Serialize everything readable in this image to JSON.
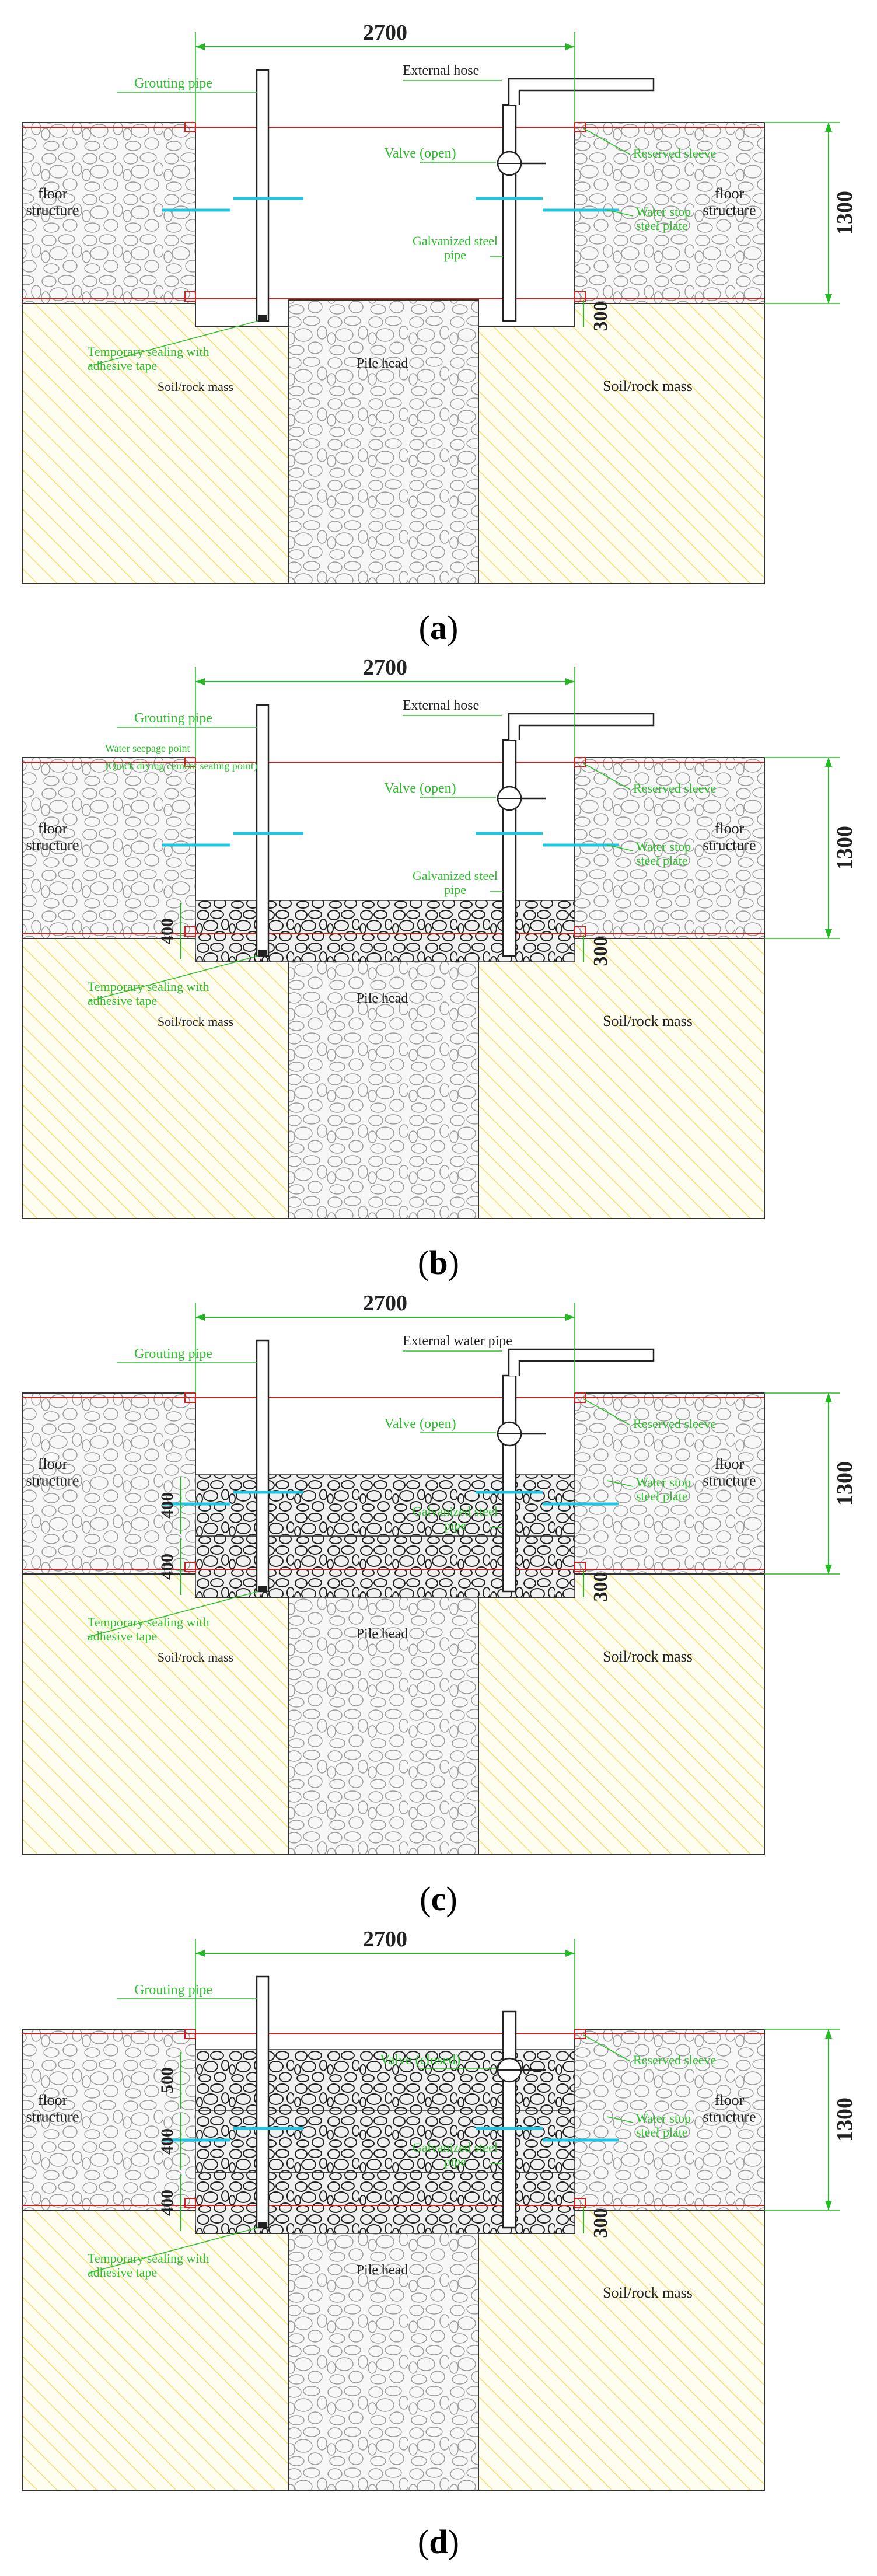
{
  "colors": {
    "dimension": "#22bb22",
    "label": "#2fbf2f",
    "seal": "#cc2222",
    "waterstop": "#22c4e0",
    "soil_hatch": "#f2e27a",
    "pile_fill": "#f4f4f4",
    "outline": "#333333"
  },
  "panels": [
    {
      "id": "a",
      "caption": "a",
      "dimension_top": "2700",
      "dimension_right": "1300",
      "dimension_small": "300",
      "concrete_layers": [],
      "labels": {
        "grouting_pipe": "Grouting pipe",
        "external_pipe": "External hose",
        "valve": "Valve (open)",
        "galvanized": "Galvanized steel pipe",
        "reserved_sleeve": "Reserved sleeve",
        "water_stop": "Water stop steel plate",
        "temp_seal": "Temporary sealing with adhesive tape",
        "soil_left": "Soil/rock mass",
        "soil_right": "Soil/rock mass",
        "pile_head": "Pile head",
        "floor_left": "floor structure",
        "floor_right": "floor structure",
        "seepage": "",
        "quick_drying": ""
      }
    },
    {
      "id": "b",
      "caption": "b",
      "dimension_top": "2700",
      "dimension_right": "1300",
      "dimension_small": "300",
      "concrete_layers": [
        "400"
      ],
      "labels": {
        "grouting_pipe": "Grouting pipe",
        "external_pipe": "External hose",
        "valve": "Valve (open)",
        "galvanized": "Galvanized steel pipe",
        "reserved_sleeve": "Reserved sleeve",
        "water_stop": "Water stop steel plate",
        "temp_seal": "Temporary sealing with adhesive tape",
        "soil_left": "Soil/rock mass",
        "soil_right": "Soil/rock mass",
        "pile_head": "Pile head",
        "floor_left": "floor structure",
        "floor_right": "floor structure",
        "seepage": "Water seepage point",
        "quick_drying": "(Quick drying cement sealing point)"
      }
    },
    {
      "id": "c",
      "caption": "c",
      "dimension_top": "2700",
      "dimension_right": "1300",
      "dimension_small": "300",
      "concrete_layers": [
        "400",
        "400"
      ],
      "labels": {
        "grouting_pipe": "Grouting pipe",
        "external_pipe": "External water pipe",
        "valve": "Valve (open)",
        "galvanized": "Galvanized steel pipe",
        "reserved_sleeve": "Reserved sleeve",
        "water_stop": "Water stop steel plate",
        "temp_seal": "Temporary sealing with adhesive tape",
        "soil_left": "Soil/rock mass",
        "soil_right": "Soil/rock mass",
        "pile_head": "Pile head",
        "floor_left": "floor structure",
        "floor_right": "floor structure",
        "seepage": "",
        "quick_drying": ""
      }
    },
    {
      "id": "d",
      "caption": "d",
      "dimension_top": "2700",
      "dimension_right": "1300",
      "dimension_small": "300",
      "concrete_layers": [
        "400",
        "400",
        "500"
      ],
      "labels": {
        "grouting_pipe": "Grouting pipe",
        "external_pipe": "",
        "valve": "Valve (closed)",
        "galvanized": "Galvanized steel pipe",
        "reserved_sleeve": "Reserved sleeve",
        "water_stop": "Water stop steel plate",
        "temp_seal": "Temporary sealing with adhesive tape",
        "soil_left": "",
        "soil_right": "Soil/rock mass",
        "pile_head": "Pile head",
        "floor_left": "floor structure",
        "floor_right": "floor structure",
        "seepage": "",
        "quick_drying": ""
      }
    }
  ]
}
